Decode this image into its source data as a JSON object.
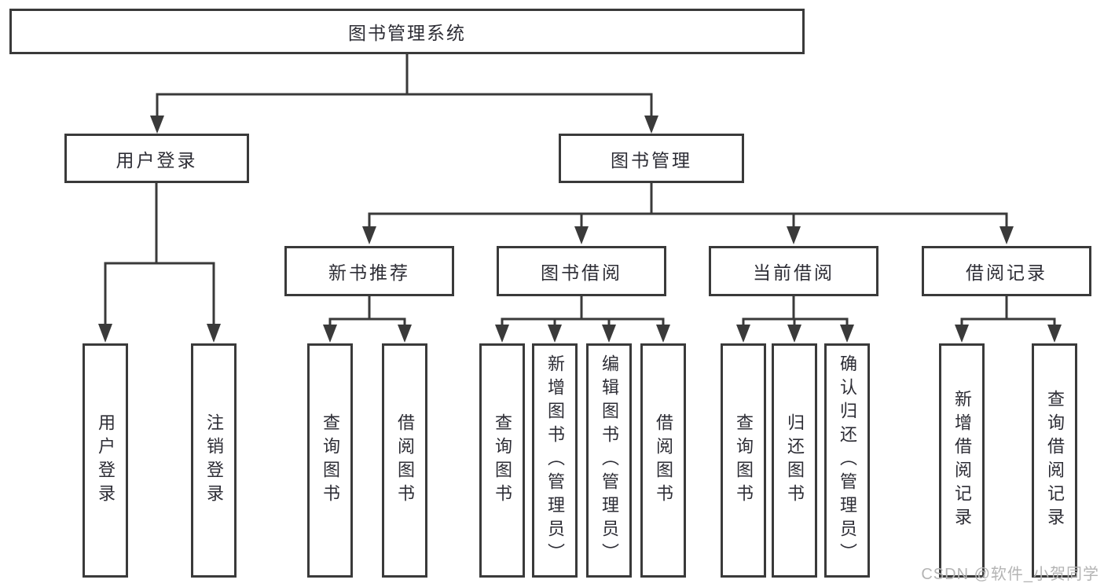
{
  "tree": {
    "root": "图书管理系统",
    "user_login": {
      "label": "用户登录",
      "children": [
        "用户登录",
        "注销登录"
      ]
    },
    "book_mgmt": {
      "label": "图书管理",
      "new_books": {
        "label": "新书推荐",
        "children": [
          "查询图书",
          "借阅图书"
        ]
      },
      "borrowing": {
        "label": "图书借阅",
        "children": [
          "查询图书",
          "新增图书（管理员）",
          "编辑图书（管理员）",
          "借阅图书"
        ]
      },
      "current": {
        "label": "当前借阅",
        "children": [
          "查询图书",
          "归还图书",
          "确认归还（管理员）"
        ]
      },
      "records": {
        "label": "借阅记录",
        "children": [
          "新增借阅记录",
          "查询借阅记录"
        ]
      }
    }
  },
  "watermark": {
    "text": "CSDN @软件_小贺同学"
  },
  "colors": {
    "line": "#3a3a3a",
    "text": "#2d2d35",
    "watermark": "#b4b4b4",
    "background": "#ffffff"
  }
}
